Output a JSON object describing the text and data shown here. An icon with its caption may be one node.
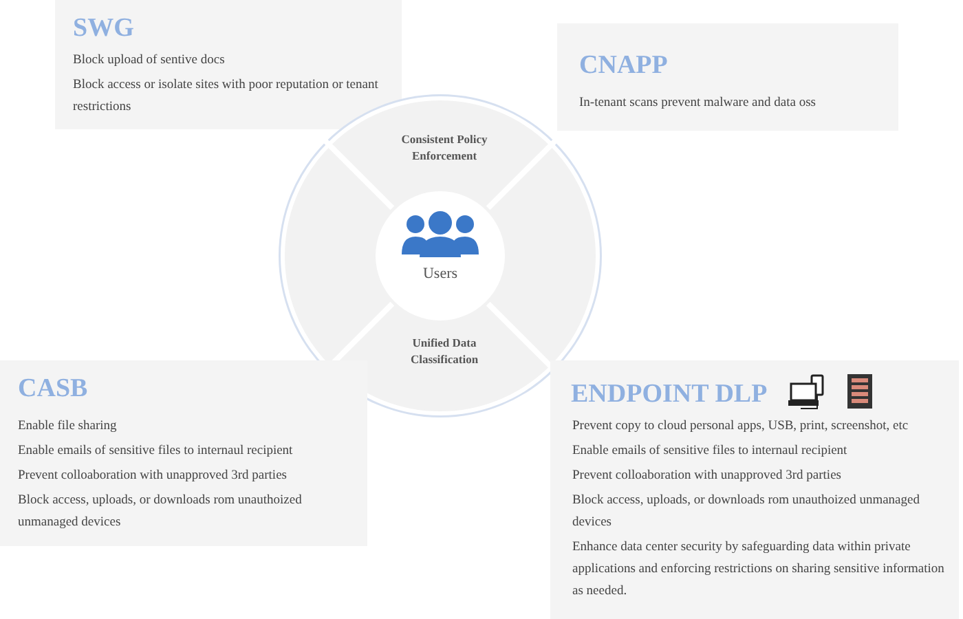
{
  "diagram": {
    "nodes": [
      {
        "text": [
          "SWG",
          "Block upload of sentive docs",
          "Block access or isolate sites with poor reputation or tenant restrictions"
        ]
      },
      {
        "text": [
          "CNAPP",
          "In-tenant scans prevent malware and data oss"
        ]
      },
      {
        "text": [
          "Consistent Policy Enforcement",
          "Unified Data Classification"
        ]
      },
      {
        "text": [
          "Users"
        ],
        "in": 2
      },
      {
        "text": [
          "CASB",
          "Enable file sharing",
          "Enable emails of sensitive files to internaul recipient",
          "Prevent colloaboration with unapproved 3rd parties",
          "Block access, uploads, or downloads rom unauthoized unmanaged devices"
        ]
      },
      {
        "text": [
          "ENDPOINT DLP",
          "Prevent copy to cloud personal apps, USB, print, screenshot, etc",
          "Enable emails of sensitive files to internaul recipient",
          "Prevent colloaboration with unapproved 3rd parties",
          "Block access, uploads, or downloads rom unauthoized unmanaged devices",
          "Enhance data center security by safeguarding data within private applications and enforcing restrictions on sharing sensitive information as needed."
        ]
      }
    ]
  }
}
